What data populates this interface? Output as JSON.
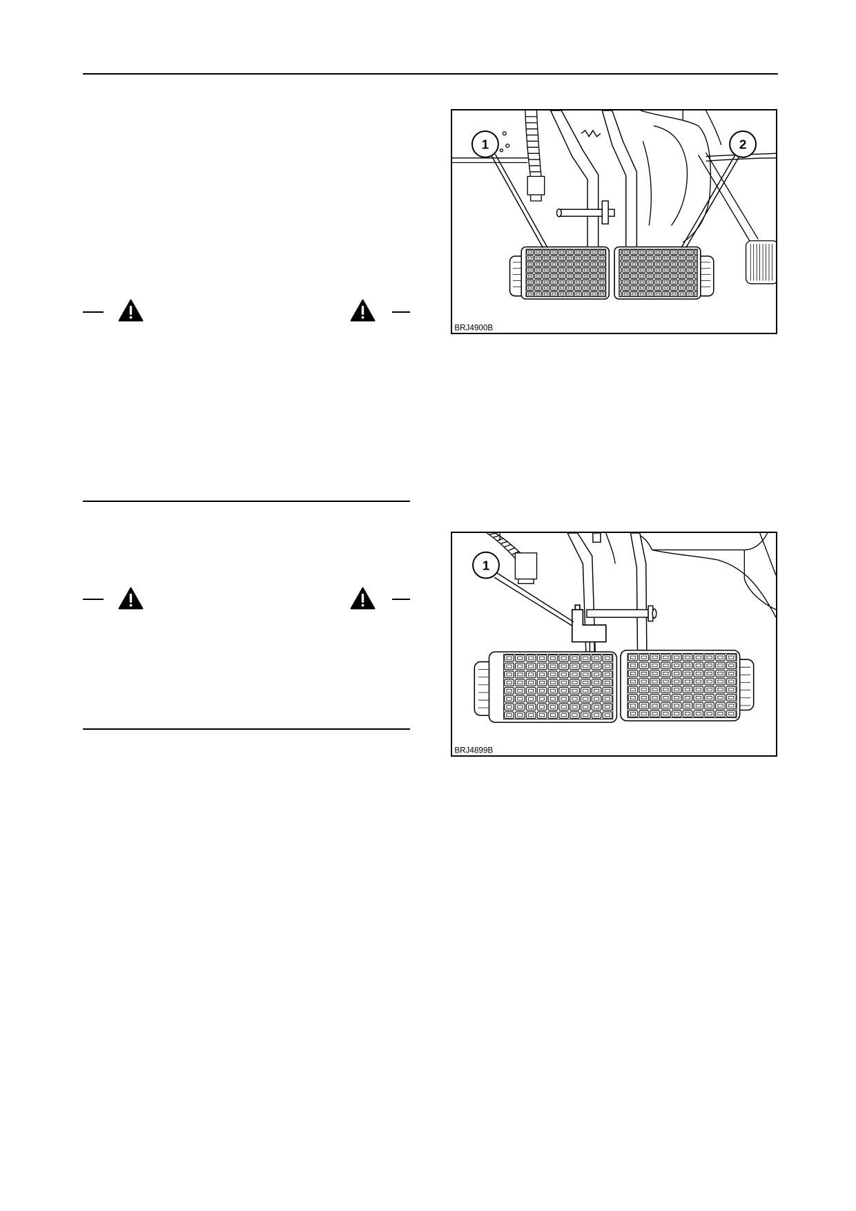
{
  "colors": {
    "ink": "#000000",
    "paper": "#ffffff"
  },
  "warnings": [
    {
      "icon_left": "warning-triangle-icon",
      "icon_right": "warning-triangle-icon"
    },
    {
      "icon_left": "warning-triangle-icon",
      "icon_right": "warning-triangle-icon"
    }
  ],
  "figures": [
    {
      "code": "BRJ4900B",
      "callouts": [
        "1",
        "2"
      ]
    },
    {
      "code": "BRJ4899B",
      "callouts": [
        "1"
      ]
    }
  ]
}
